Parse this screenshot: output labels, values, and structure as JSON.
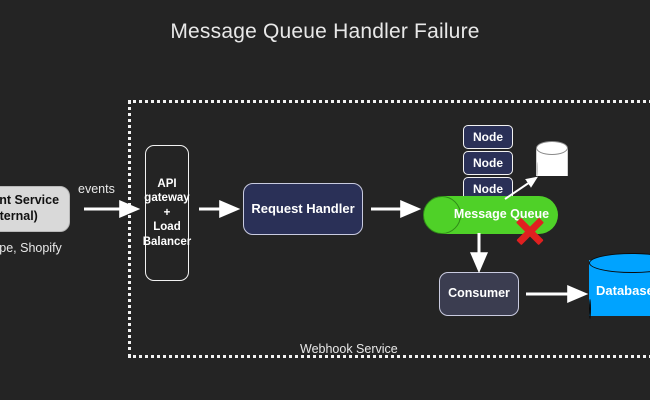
{
  "diagram": {
    "title": "Message Queue Handler Failure",
    "background_color": "#242424",
    "boundary": {
      "label": "Webhook Service",
      "style": "dotted",
      "color": "#f2f2f2"
    },
    "nodes": {
      "payment_service": {
        "label": "Payment Service (External)",
        "sublabel": "e.g. Stripe, Shopify",
        "fill": "#d9d9d9",
        "text_color": "#111111",
        "clipped": "left-edge"
      },
      "api_gateway": {
        "label": "API gateway + Load Balancer",
        "line1": "API",
        "line2": "gateway",
        "line3": "+",
        "line4": "Load",
        "line5": "Balancer",
        "fill": "#242424",
        "border": "#f2f2f2"
      },
      "request_handler": {
        "label": "Request Handler",
        "fill": "#2a3057",
        "border": "#c9cbe0"
      },
      "message_queue": {
        "label": "Message Queue",
        "fill": "#4fd128",
        "status": "failed",
        "status_marker": "red-x"
      },
      "queue_nodes": [
        {
          "label": "Node"
        },
        {
          "label": "Node"
        },
        {
          "label": "Node"
        }
      ],
      "store_cylinder": {
        "label": "",
        "fill": "#ffffff"
      },
      "consumer": {
        "label": "Consumer",
        "fill": "#3b3d50",
        "border": "#c9cbe0"
      },
      "database": {
        "label": "Database",
        "fill": "#00a3ff",
        "clipped": "right-edge"
      }
    },
    "edges": [
      {
        "from": "payment_service",
        "to": "api_gateway",
        "label": "events"
      },
      {
        "from": "api_gateway",
        "to": "request_handler",
        "label": ""
      },
      {
        "from": "request_handler",
        "to": "message_queue",
        "label": ""
      },
      {
        "from": "message_queue",
        "to": "store_cylinder",
        "label": ""
      },
      {
        "from": "message_queue",
        "to": "consumer",
        "label": ""
      },
      {
        "from": "consumer",
        "to": "database",
        "label": ""
      }
    ]
  }
}
